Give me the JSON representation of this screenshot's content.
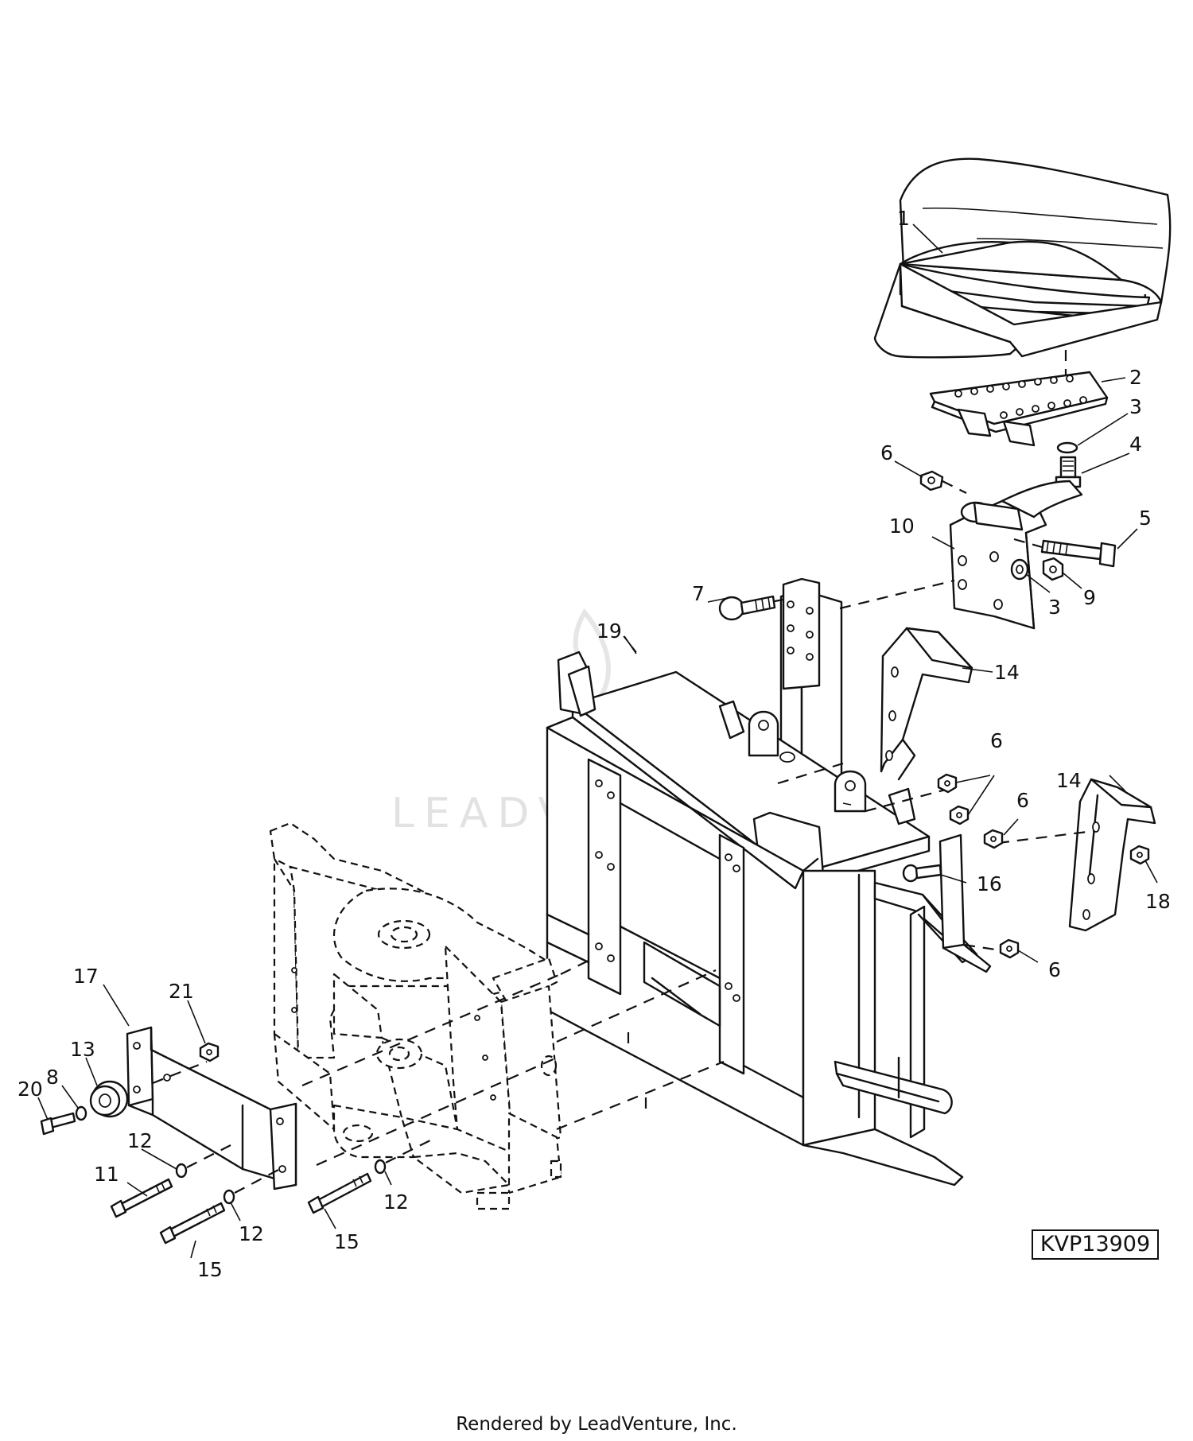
{
  "watermark": "LEADVENTURE",
  "reference_code": "KVP13909",
  "footer": "Rendered by LeadVenture, Inc.",
  "callouts": {
    "c1": "1",
    "c2": "2",
    "c3a": "3",
    "c3b": "3",
    "c4": "4",
    "c5": "5",
    "c6a": "6",
    "c6b": "6",
    "c6c": "6",
    "c6d": "6",
    "c7": "7",
    "c8": "8",
    "c9": "9",
    "c10": "10",
    "c11": "11",
    "c12a": "12",
    "c12b": "12",
    "c12c": "12",
    "c13": "13",
    "c14a": "14",
    "c14b": "14",
    "c15a": "15",
    "c15b": "15",
    "c16": "16",
    "c17": "17",
    "c18": "18",
    "c19": "19",
    "c20": "20",
    "c21": "21"
  }
}
